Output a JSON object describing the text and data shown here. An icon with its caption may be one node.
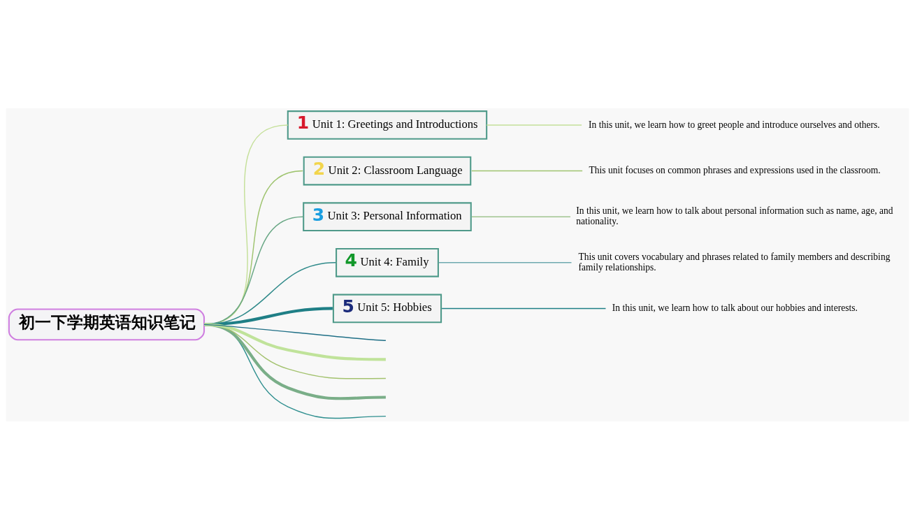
{
  "diagram": {
    "nodes": [
      {
        "text": [
          "初一下学期英语知识笔记"
        ]
      },
      {
        "text": [
          "1",
          "Unit 1: Greetings and Introductions"
        ]
      },
      {
        "text": [
          "In this unit, we learn how to greet people and introduce ourselves and others."
        ]
      },
      {
        "text": [
          "2",
          "Unit 2: Classroom Language"
        ]
      },
      {
        "text": [
          "This unit focuses on common phrases and expressions used in the classroom."
        ]
      },
      {
        "text": [
          "3",
          "Unit 3: Personal Information"
        ]
      },
      {
        "text": [
          "In this unit, we learn how to talk about personal information such as name, age, and nationality."
        ]
      },
      {
        "text": [
          "4",
          "Unit 4: Family"
        ]
      },
      {
        "text": [
          "This unit covers vocabulary and phrases related to family members and describing family relationships."
        ]
      },
      {
        "text": [
          "5",
          "Unit 5: Hobbies"
        ]
      },
      {
        "text": [
          "In this unit, we learn how to talk about our hobbies and interests."
        ]
      }
    ],
    "edges": [
      {
        "from": 0,
        "to": 1,
        "arrow": "none",
        "color": "#c5e09a"
      },
      {
        "from": 1,
        "to": 2,
        "arrow": "none",
        "color": "#c5e09a"
      },
      {
        "from": 0,
        "to": 3,
        "arrow": "none",
        "color": "#9fc46f"
      },
      {
        "from": 3,
        "to": 4,
        "arrow": "none",
        "color": "#9fc46f"
      },
      {
        "from": 0,
        "to": 5,
        "arrow": "none",
        "color": "#6aa886"
      },
      {
        "from": 5,
        "to": 6,
        "arrow": "none",
        "color": "#9fc490"
      },
      {
        "from": 0,
        "to": 7,
        "arrow": "none",
        "color": "#2f8a8a"
      },
      {
        "from": 7,
        "to": 8,
        "arrow": "none",
        "color": "#6faab0"
      },
      {
        "from": 0,
        "to": 9,
        "arrow": "none",
        "style": "thick",
        "color": "#1f7f86"
      },
      {
        "from": 9,
        "to": 10,
        "arrow": "none",
        "color": "#1f7f86"
      },
      {
        "from": 0,
        "to": null,
        "arrow": "none",
        "color": "#2f8f8f"
      },
      {
        "from": 0,
        "to": null,
        "arrow": "none",
        "style": "thick",
        "color": "#7aae88"
      },
      {
        "from": 0,
        "to": null,
        "arrow": "none",
        "color": "#a3c26e"
      },
      {
        "from": 0,
        "to": null,
        "arrow": "none",
        "style": "thick",
        "color": "#c0e39a"
      },
      {
        "from": 0,
        "to": null,
        "arrow": "none",
        "color": "#1f6f86"
      }
    ]
  }
}
